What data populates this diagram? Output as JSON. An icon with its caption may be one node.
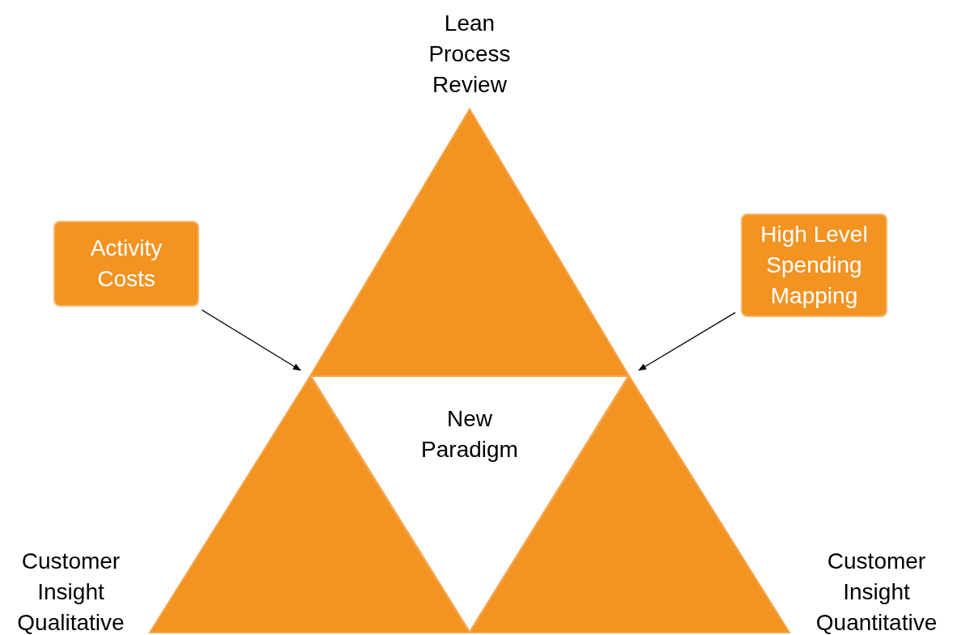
{
  "diagram": {
    "nodes": [
      {
        "text": [
          "Lean Process Review"
        ]
      },
      {
        "text": [
          "Customer Insight Qualitative"
        ]
      },
      {
        "text": [
          "Customer Insight Quantitative"
        ]
      },
      {
        "text": [
          "New Paradigm"
        ]
      },
      {
        "text": [
          "Activity Costs"
        ]
      },
      {
        "text": [
          "High Level Spending Mapping"
        ]
      }
    ],
    "edges": [
      {
        "from": 4,
        "to": 0,
        "arrow": "to"
      },
      {
        "from": 5,
        "to": 0,
        "arrow": "to"
      }
    ]
  }
}
